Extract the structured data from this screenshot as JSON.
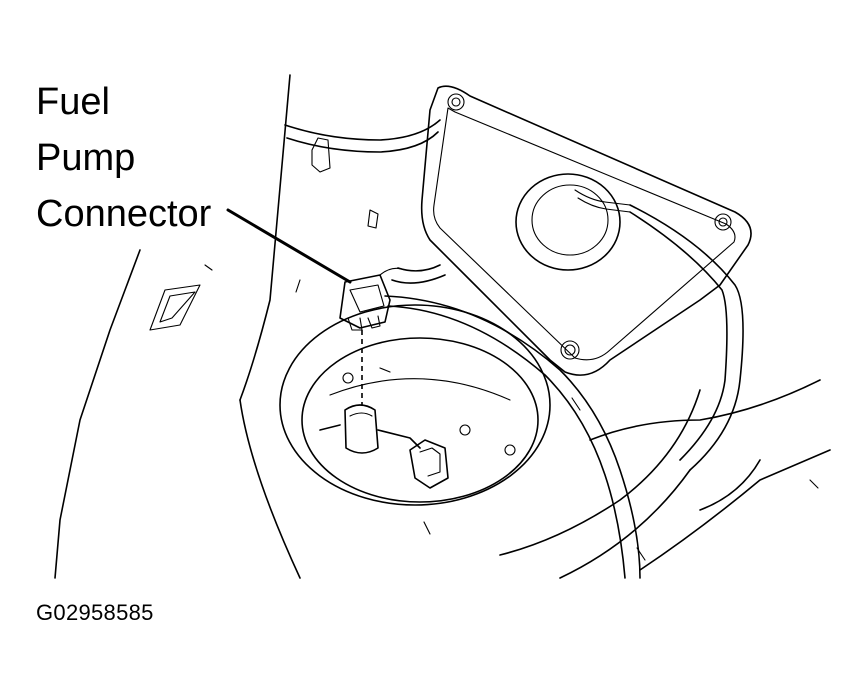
{
  "callout": {
    "line1": "Fuel",
    "line2": "Pump",
    "line3": "Connector"
  },
  "figure_id": "G02958585"
}
